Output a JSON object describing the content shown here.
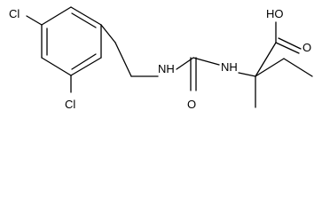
{
  "molecule": {
    "atoms": {
      "cl_top": "Cl",
      "cl_bottom": "Cl",
      "nh_left": "NH",
      "nh_right": "NH",
      "carbonyl_o": "O",
      "hydroxyl": "HO",
      "acid_o": "O"
    }
  }
}
